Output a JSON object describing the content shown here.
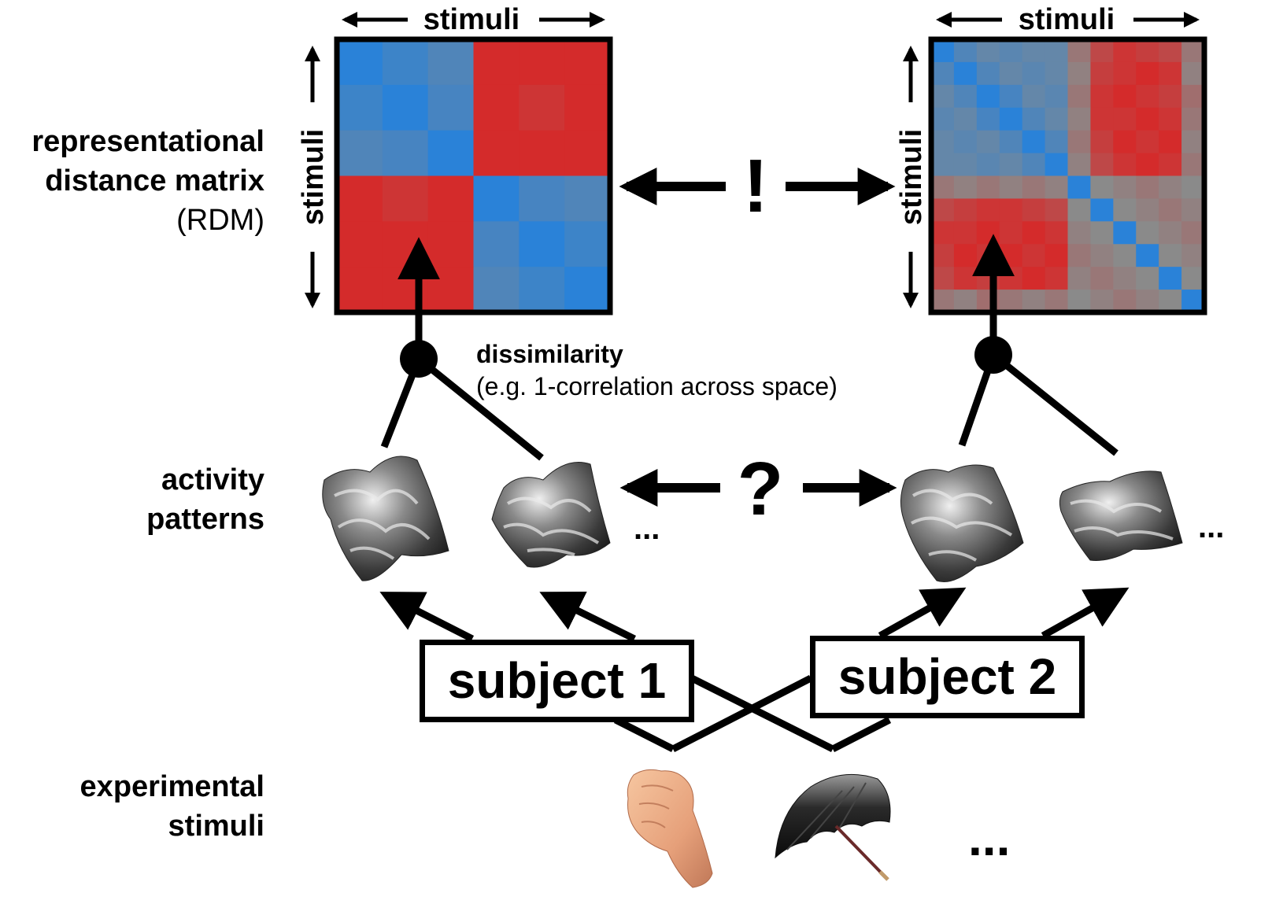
{
  "row_labels": {
    "rdm_line1": "representational",
    "rdm_line2": "distance matrix",
    "rdm_line3": "(RDM)",
    "activity_line1": "activity",
    "activity_line2": "patterns",
    "stimuli_line1": "experimental",
    "stimuli_line2": "stimuli"
  },
  "axis_label": "stimuli",
  "comparison": {
    "rdm_symbol": "!",
    "pattern_symbol": "?"
  },
  "dissimilarity": {
    "title": "dissimilarity",
    "subtitle": "(e.g. 1-correlation across space)"
  },
  "subjects": [
    "subject 1",
    "subject 2"
  ],
  "ellipsis": "...",
  "colors": {
    "red": "#d42b2b",
    "blue": "#2a82d8",
    "grey_blue": "#5a84b4",
    "grey": "#8a8a8a",
    "black": "#000000"
  },
  "rdm1": {
    "size": 6,
    "values": [
      [
        0.0,
        0.1,
        0.2,
        1.0,
        1.0,
        1.0
      ],
      [
        0.1,
        0.0,
        0.15,
        1.0,
        0.95,
        1.0
      ],
      [
        0.2,
        0.15,
        0.0,
        1.0,
        1.0,
        1.0
      ],
      [
        1.0,
        0.95,
        1.0,
        0.0,
        0.15,
        0.2
      ],
      [
        1.0,
        1.0,
        1.0,
        0.15,
        0.0,
        0.1
      ],
      [
        1.0,
        1.0,
        1.0,
        0.2,
        0.1,
        0.0
      ]
    ]
  },
  "rdm2": {
    "size": 12,
    "values": [
      [
        0.0,
        0.2,
        0.3,
        0.25,
        0.3,
        0.3,
        0.6,
        0.85,
        0.95,
        0.9,
        0.85,
        0.6
      ],
      [
        0.2,
        0.0,
        0.2,
        0.3,
        0.25,
        0.3,
        0.55,
        0.9,
        0.95,
        1.0,
        0.95,
        0.55
      ],
      [
        0.3,
        0.2,
        0.0,
        0.15,
        0.3,
        0.25,
        0.6,
        0.95,
        1.0,
        0.95,
        0.9,
        0.65
      ],
      [
        0.25,
        0.3,
        0.15,
        0.0,
        0.2,
        0.3,
        0.55,
        0.95,
        0.95,
        1.0,
        0.95,
        0.6
      ],
      [
        0.3,
        0.25,
        0.3,
        0.2,
        0.0,
        0.2,
        0.6,
        0.9,
        1.0,
        0.95,
        1.0,
        0.55
      ],
      [
        0.3,
        0.3,
        0.25,
        0.3,
        0.2,
        0.0,
        0.55,
        0.85,
        0.95,
        1.0,
        0.95,
        0.6
      ],
      [
        0.6,
        0.55,
        0.6,
        0.55,
        0.6,
        0.55,
        0.0,
        0.5,
        0.55,
        0.6,
        0.55,
        0.5
      ],
      [
        0.85,
        0.9,
        0.95,
        0.95,
        0.9,
        0.85,
        0.5,
        0.0,
        0.5,
        0.55,
        0.6,
        0.55
      ],
      [
        0.95,
        0.95,
        1.0,
        0.95,
        1.0,
        0.95,
        0.55,
        0.5,
        0.0,
        0.5,
        0.55,
        0.6
      ],
      [
        0.9,
        1.0,
        0.95,
        1.0,
        0.95,
        1.0,
        0.6,
        0.55,
        0.5,
        0.0,
        0.5,
        0.55
      ],
      [
        0.85,
        0.95,
        0.9,
        0.95,
        1.0,
        0.95,
        0.55,
        0.6,
        0.55,
        0.5,
        0.0,
        0.5
      ],
      [
        0.6,
        0.55,
        0.65,
        0.6,
        0.55,
        0.6,
        0.5,
        0.55,
        0.6,
        0.55,
        0.5,
        0.0
      ]
    ]
  }
}
